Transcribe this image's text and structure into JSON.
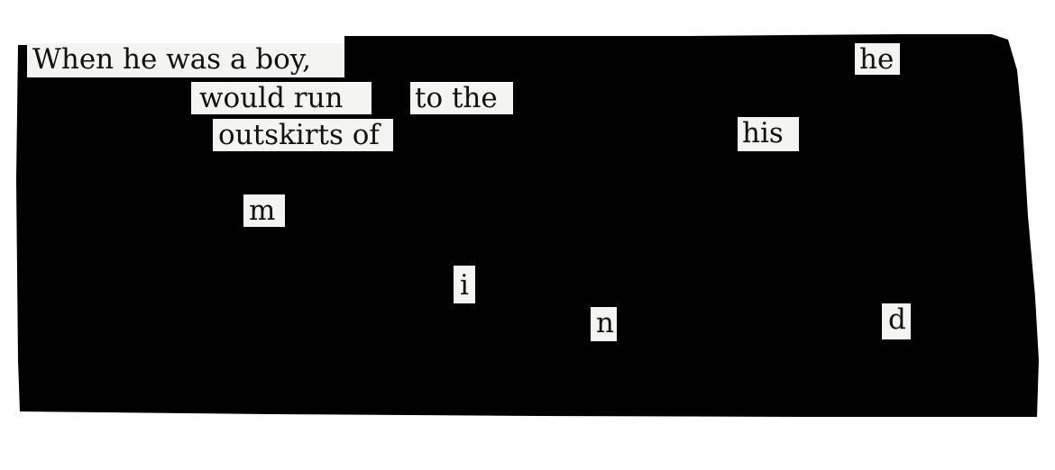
{
  "poem": {
    "words": [
      "When he was a boy,",
      "he",
      "would run",
      "to the",
      "outskirts of",
      "his",
      "m",
      "i",
      "n",
      "d"
    ]
  },
  "colors": {
    "ink": "#000000",
    "paper": "#f4f4f2",
    "text": "#111111",
    "background": "#ffffff"
  }
}
